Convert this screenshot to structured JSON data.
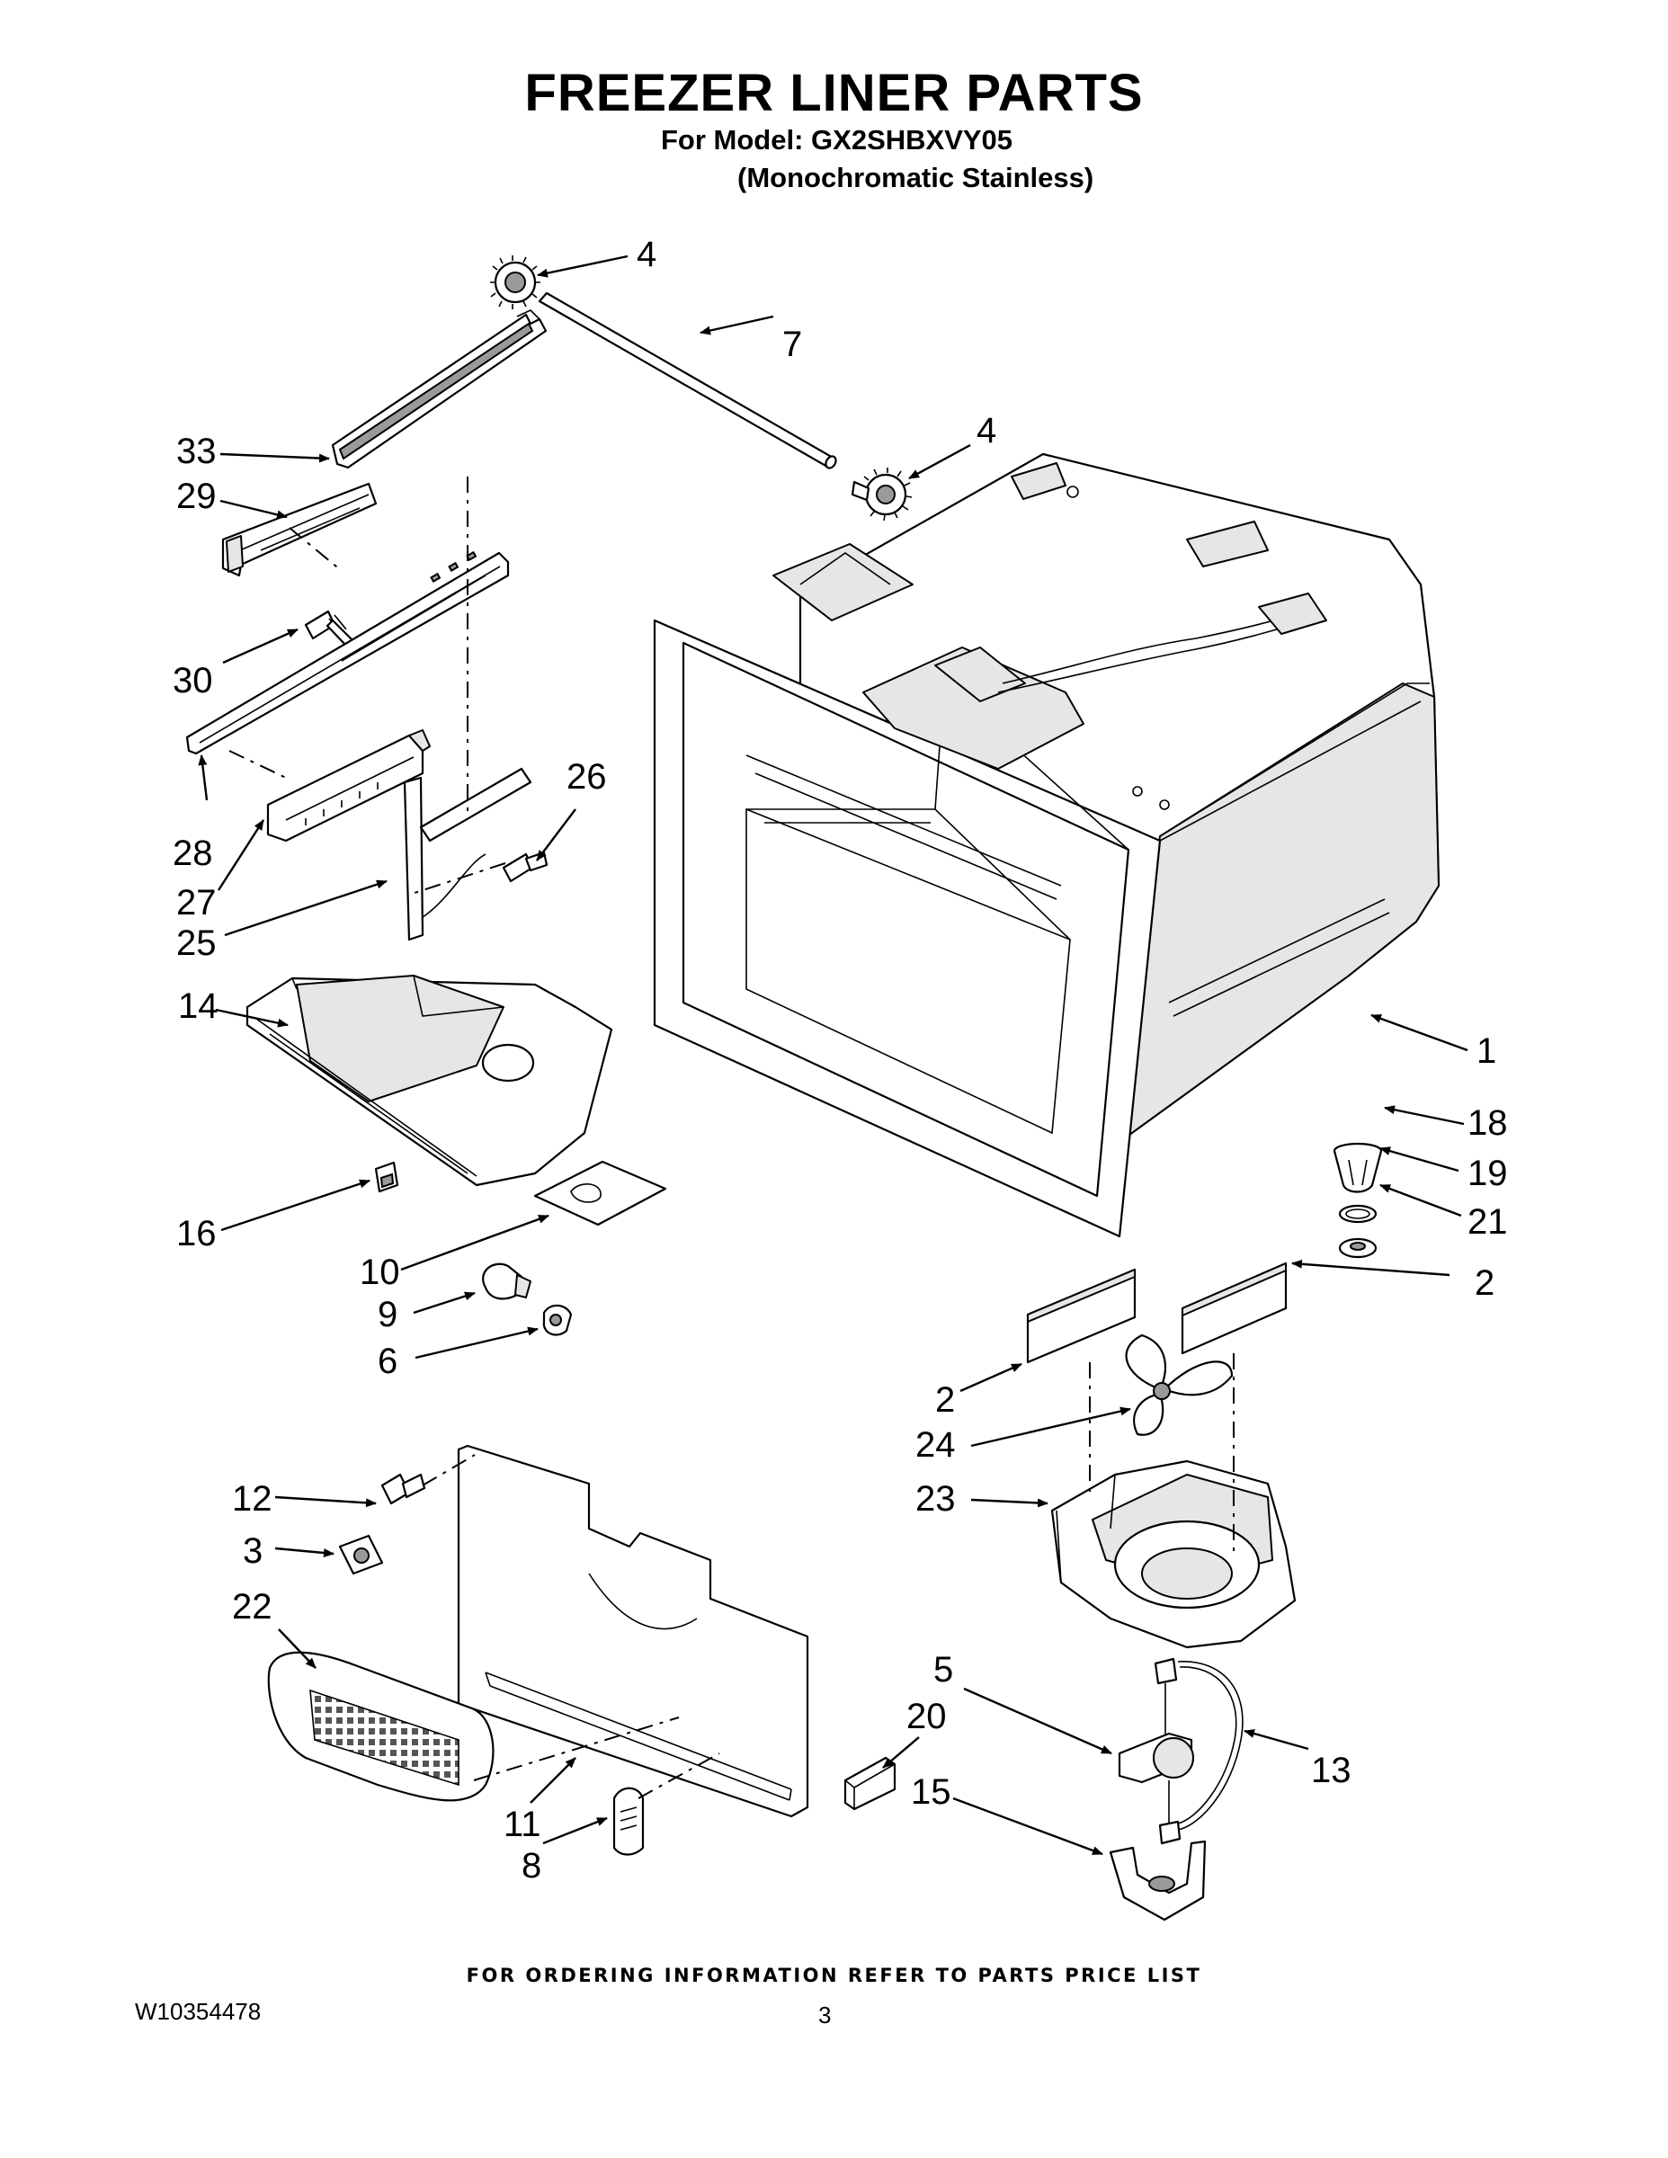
{
  "header": {
    "title": "FREEZER LINER PARTS",
    "model_line": "For Model: GX2SHBXVY05",
    "finish_line": "(Monochromatic Stainless)"
  },
  "footer": {
    "ordering_note": "FOR ORDERING INFORMATION REFER TO PARTS PRICE LIST",
    "document_number": "W10354478",
    "page_number": "3"
  },
  "callouts": {
    "c4a": "4",
    "c7": "7",
    "c4b": "4",
    "c33": "33",
    "c29": "29",
    "c30": "30",
    "c28": "28",
    "c27": "27",
    "c25": "25",
    "c26": "26",
    "c14": "14",
    "c16": "16",
    "c10": "10",
    "c9": "9",
    "c6": "6",
    "c1": "1",
    "c18": "18",
    "c19": "19",
    "c21": "21",
    "c2a": "2",
    "c2b": "2",
    "c24": "24",
    "c23": "23",
    "c12": "12",
    "c3": "3",
    "c22": "22",
    "c5": "5",
    "c20": "20",
    "c13": "13",
    "c15": "15",
    "c11": "11",
    "c8": "8"
  }
}
